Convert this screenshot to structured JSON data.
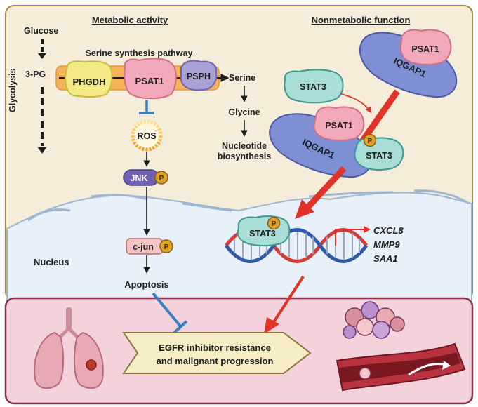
{
  "headings": {
    "metabolic": "Metabolic activity",
    "nonmetabolic": "Nonmetabolic function"
  },
  "glycolysis": {
    "label": "Glycolysis",
    "glucose": "Glucose",
    "pg3": "3-PG"
  },
  "pathway": {
    "title": "Serine synthesis pathway",
    "enzymes": [
      "PHGDH",
      "PSAT1",
      "PSPH"
    ],
    "serine": "Serine",
    "glycine": "Glycine",
    "nucleotide_line1": "Nucleotide",
    "nucleotide_line2": "biosynthesis"
  },
  "signaling": {
    "ros": "ROS",
    "jnk": "JNK",
    "cjun": "c-jun",
    "apoptosis": "Apoptosis",
    "phospho": "P"
  },
  "nonmetabolic": {
    "stat3": "STAT3",
    "psat1": "PSAT1",
    "iqgap1": "IQGAP1"
  },
  "nucleus": {
    "label": "Nucleus",
    "stat3": "STAT3",
    "genes": [
      "CXCL8",
      "MMP9",
      "SAA1"
    ]
  },
  "outcome": {
    "line1": "EGFR inhibitor resistance",
    "line2": "and malignant progression"
  },
  "colors": {
    "cell": "#f5ecd9",
    "cell_border": "#a8853b",
    "nucleus": "#e8f1f9",
    "nucleus_border": "#9db7d3",
    "bottom_panel": "#f3d2dc",
    "bottom_border": "#8e2d4a",
    "phgdh": "#f3ea86",
    "psat1": "#f1a8b8",
    "psph": "#a9a0d6",
    "iqgap1": "#7f8fd4",
    "stat3": "#a9ddd8",
    "jnk": "#7062b0",
    "cjun": "#f2c4c4",
    "phospho": "#e0a126",
    "inhibit": "#3a7fc4",
    "activate": "#e2332b"
  },
  "icons": [
    "lungs-icon",
    "tumor-icon",
    "blood-vessel-icon",
    "dna-icon"
  ]
}
